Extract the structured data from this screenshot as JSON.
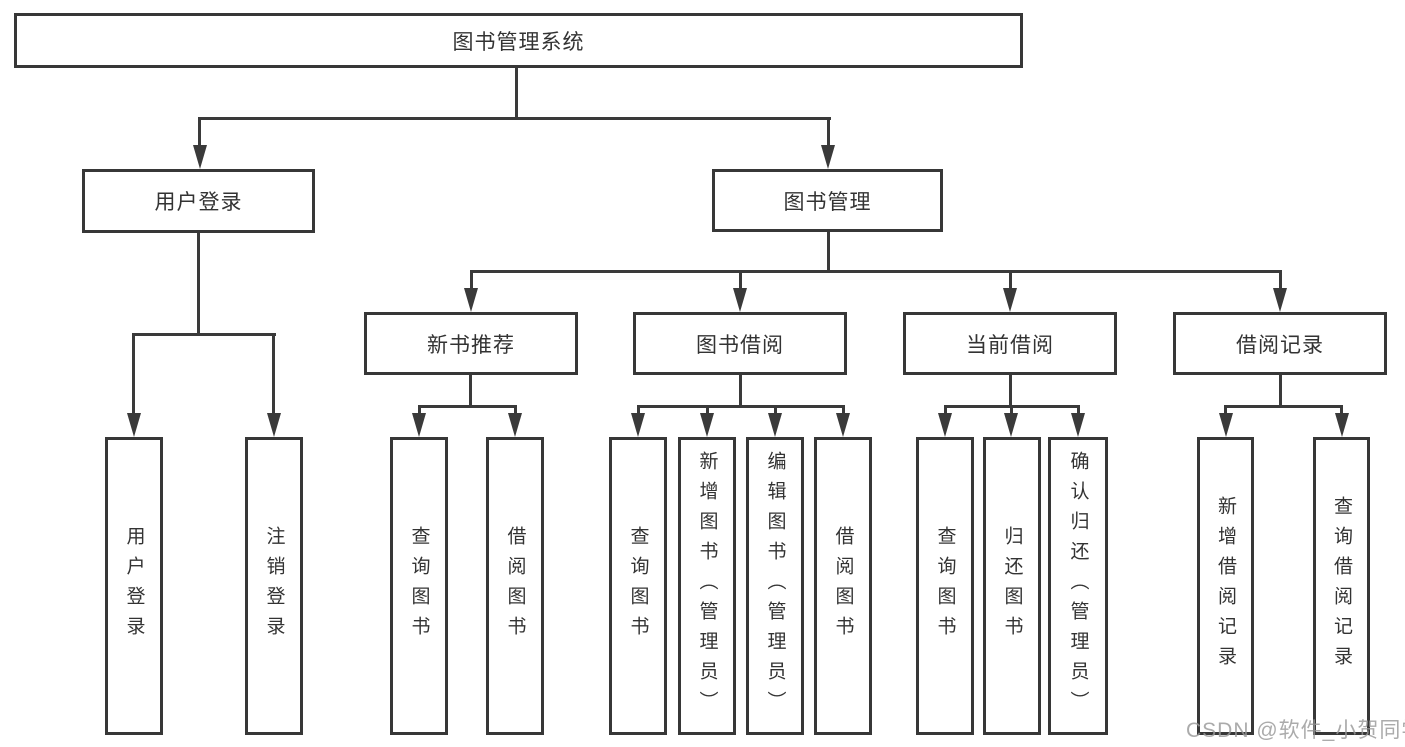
{
  "diagram_title": "图书管理系统",
  "watermark": "CSDN @软件_小贺同学",
  "colors": {
    "background": "#ffffff",
    "box_border": "#373737",
    "connector_line": "#3a3a3a",
    "box_text": "#333333",
    "watermark_text": "#989898"
  },
  "tree": {
    "label": "图书管理系统",
    "children": [
      {
        "label": "用户登录",
        "children": [
          {
            "label": "用户登录"
          },
          {
            "label": "注销登录"
          }
        ]
      },
      {
        "label": "图书管理",
        "children": [
          {
            "label": "新书推荐",
            "children": [
              {
                "label": "查询图书"
              },
              {
                "label": "借阅图书"
              }
            ]
          },
          {
            "label": "图书借阅",
            "children": [
              {
                "label": "查询图书"
              },
              {
                "label": "新增图书（管理员）"
              },
              {
                "label": "编辑图书（管理员）"
              },
              {
                "label": "借阅图书"
              }
            ]
          },
          {
            "label": "当前借阅",
            "children": [
              {
                "label": "查询图书"
              },
              {
                "label": "归还图书"
              },
              {
                "label": "确认归还（管理员）"
              }
            ]
          },
          {
            "label": "借阅记录",
            "children": [
              {
                "label": "新增借阅记录"
              },
              {
                "label": "查询借阅记录"
              }
            ]
          }
        ]
      }
    ]
  }
}
